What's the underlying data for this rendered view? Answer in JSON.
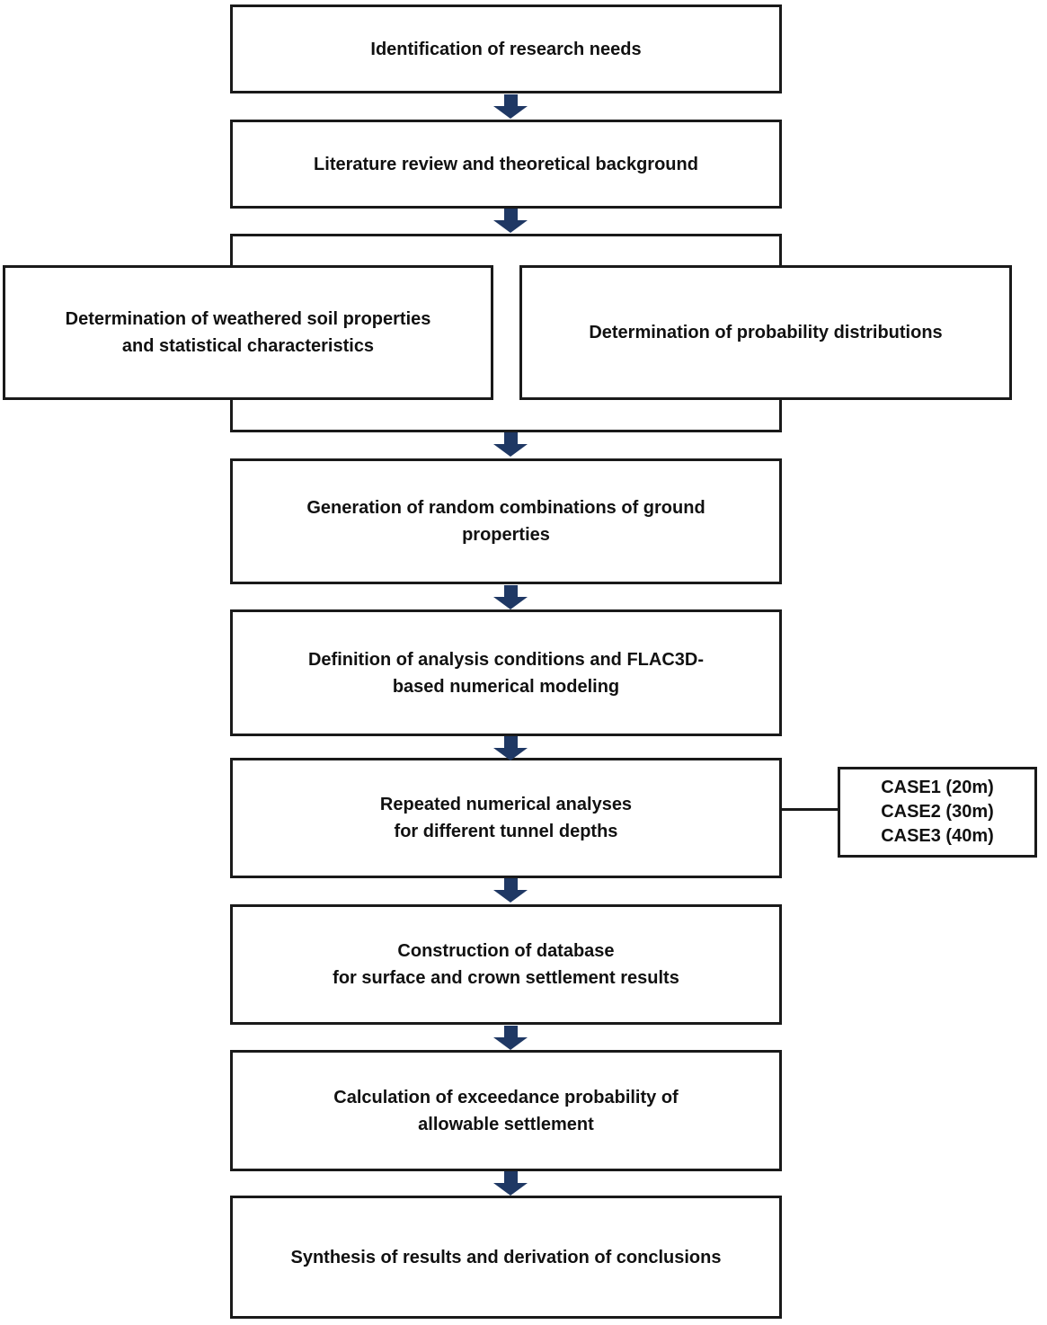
{
  "flowchart": {
    "boxes": {
      "research_needs": "Identification of research needs",
      "literature_review": "Literature review and theoretical background",
      "soil_properties": "Determination of weathered soil properties\nand statistical characteristics",
      "probability_distributions": "Determination of probability distributions",
      "random_combinations": "Generation of random combinations of ground\nproperties",
      "analysis_conditions": "Definition of analysis conditions and FLAC3D-\nbased numerical modeling",
      "repeated_analyses": "Repeated numerical analyses\nfor different tunnel depths",
      "database_construction": "Construction of database\nfor surface and crown settlement results",
      "exceedance_probability": "Calculation of exceedance probability of\nallowable settlement",
      "synthesis": "Synthesis of results and derivation of conclusions"
    },
    "case_box": {
      "lines": [
        "CASE1 (20m)",
        "CASE2 (30m)",
        "CASE3 (40m)"
      ]
    },
    "colors": {
      "arrow": "#1f3864",
      "border": "#1a1a1a",
      "box_fill": "#ffffff",
      "text": "#111111"
    }
  }
}
